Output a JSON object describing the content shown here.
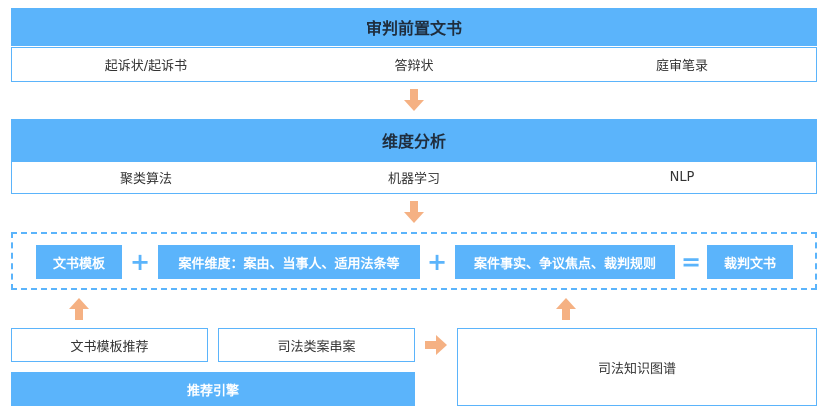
{
  "section1": {
    "title": "审判前置文书",
    "items": [
      "起诉状/起诉书",
      "答辩状",
      "庭审笔录"
    ]
  },
  "section2": {
    "title": "维度分析",
    "items": [
      "聚类算法",
      "机器学习",
      "NLP"
    ]
  },
  "formula": {
    "template": "文书模板",
    "plus1": "+",
    "dimensions": "案件维度：案由、当事人、适用法条等",
    "plus2": "+",
    "facts": "案件事实、争议焦点、裁判规则",
    "equals": "=",
    "result": "裁判文书"
  },
  "bottom": {
    "template_recommend": "文书模板推荐",
    "similar_cases": "司法类案串案",
    "engine": "推荐引擎",
    "knowledge_graph": "司法知识图谱"
  },
  "colors": {
    "primary": "#5bb4fb",
    "arrow": "#f5b183"
  },
  "icons": [
    "arrow-down-icon",
    "arrow-up-icon",
    "arrow-right-icon"
  ]
}
